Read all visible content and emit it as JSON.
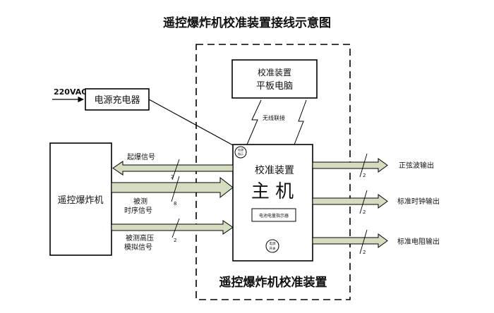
{
  "title": "遥控爆炸机校准装置接线示意图",
  "power": {
    "input_label": "220VAC",
    "charger_label": "电源充电器"
  },
  "tablet": {
    "line1": "校准装置",
    "line2": "平板电脑"
  },
  "wireless_label": "无线联接",
  "host": {
    "line1": "校准装置",
    "line2": "主  机",
    "display_label": "电池电量指示器",
    "power_led": [
      "电源",
      "指示"
    ],
    "power_switch": [
      "电源",
      "开关"
    ]
  },
  "device_label": "遥控爆炸机",
  "left_signals": [
    {
      "label": [
        "起爆信号"
      ],
      "count": "2"
    },
    {
      "label": [
        "被测",
        "时序信号"
      ],
      "count": "8"
    },
    {
      "label": [
        "被测高压",
        "模拟信号"
      ],
      "count": "2"
    }
  ],
  "outputs": [
    {
      "label": "正弦波输出",
      "count": "2"
    },
    {
      "label": "标准时钟输出",
      "count": "2"
    },
    {
      "label": "标准电阻输出",
      "count": "2"
    }
  ],
  "enclosure_label": "遥控爆炸机校准装置"
}
